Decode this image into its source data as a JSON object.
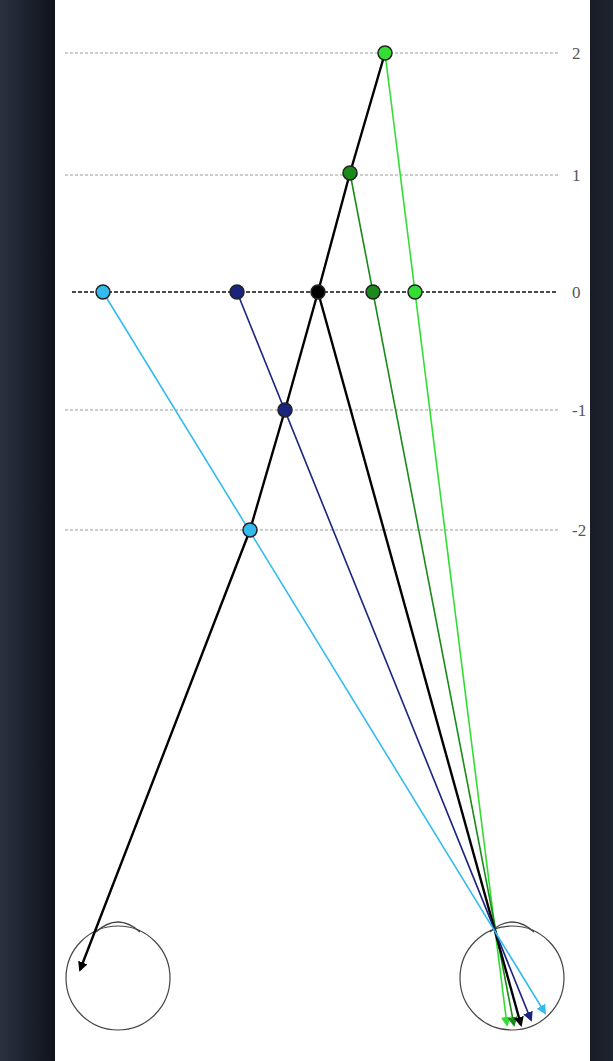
{
  "diagram": {
    "labels": [
      "2",
      "1",
      "0",
      "-1",
      "-2"
    ]
  }
}
